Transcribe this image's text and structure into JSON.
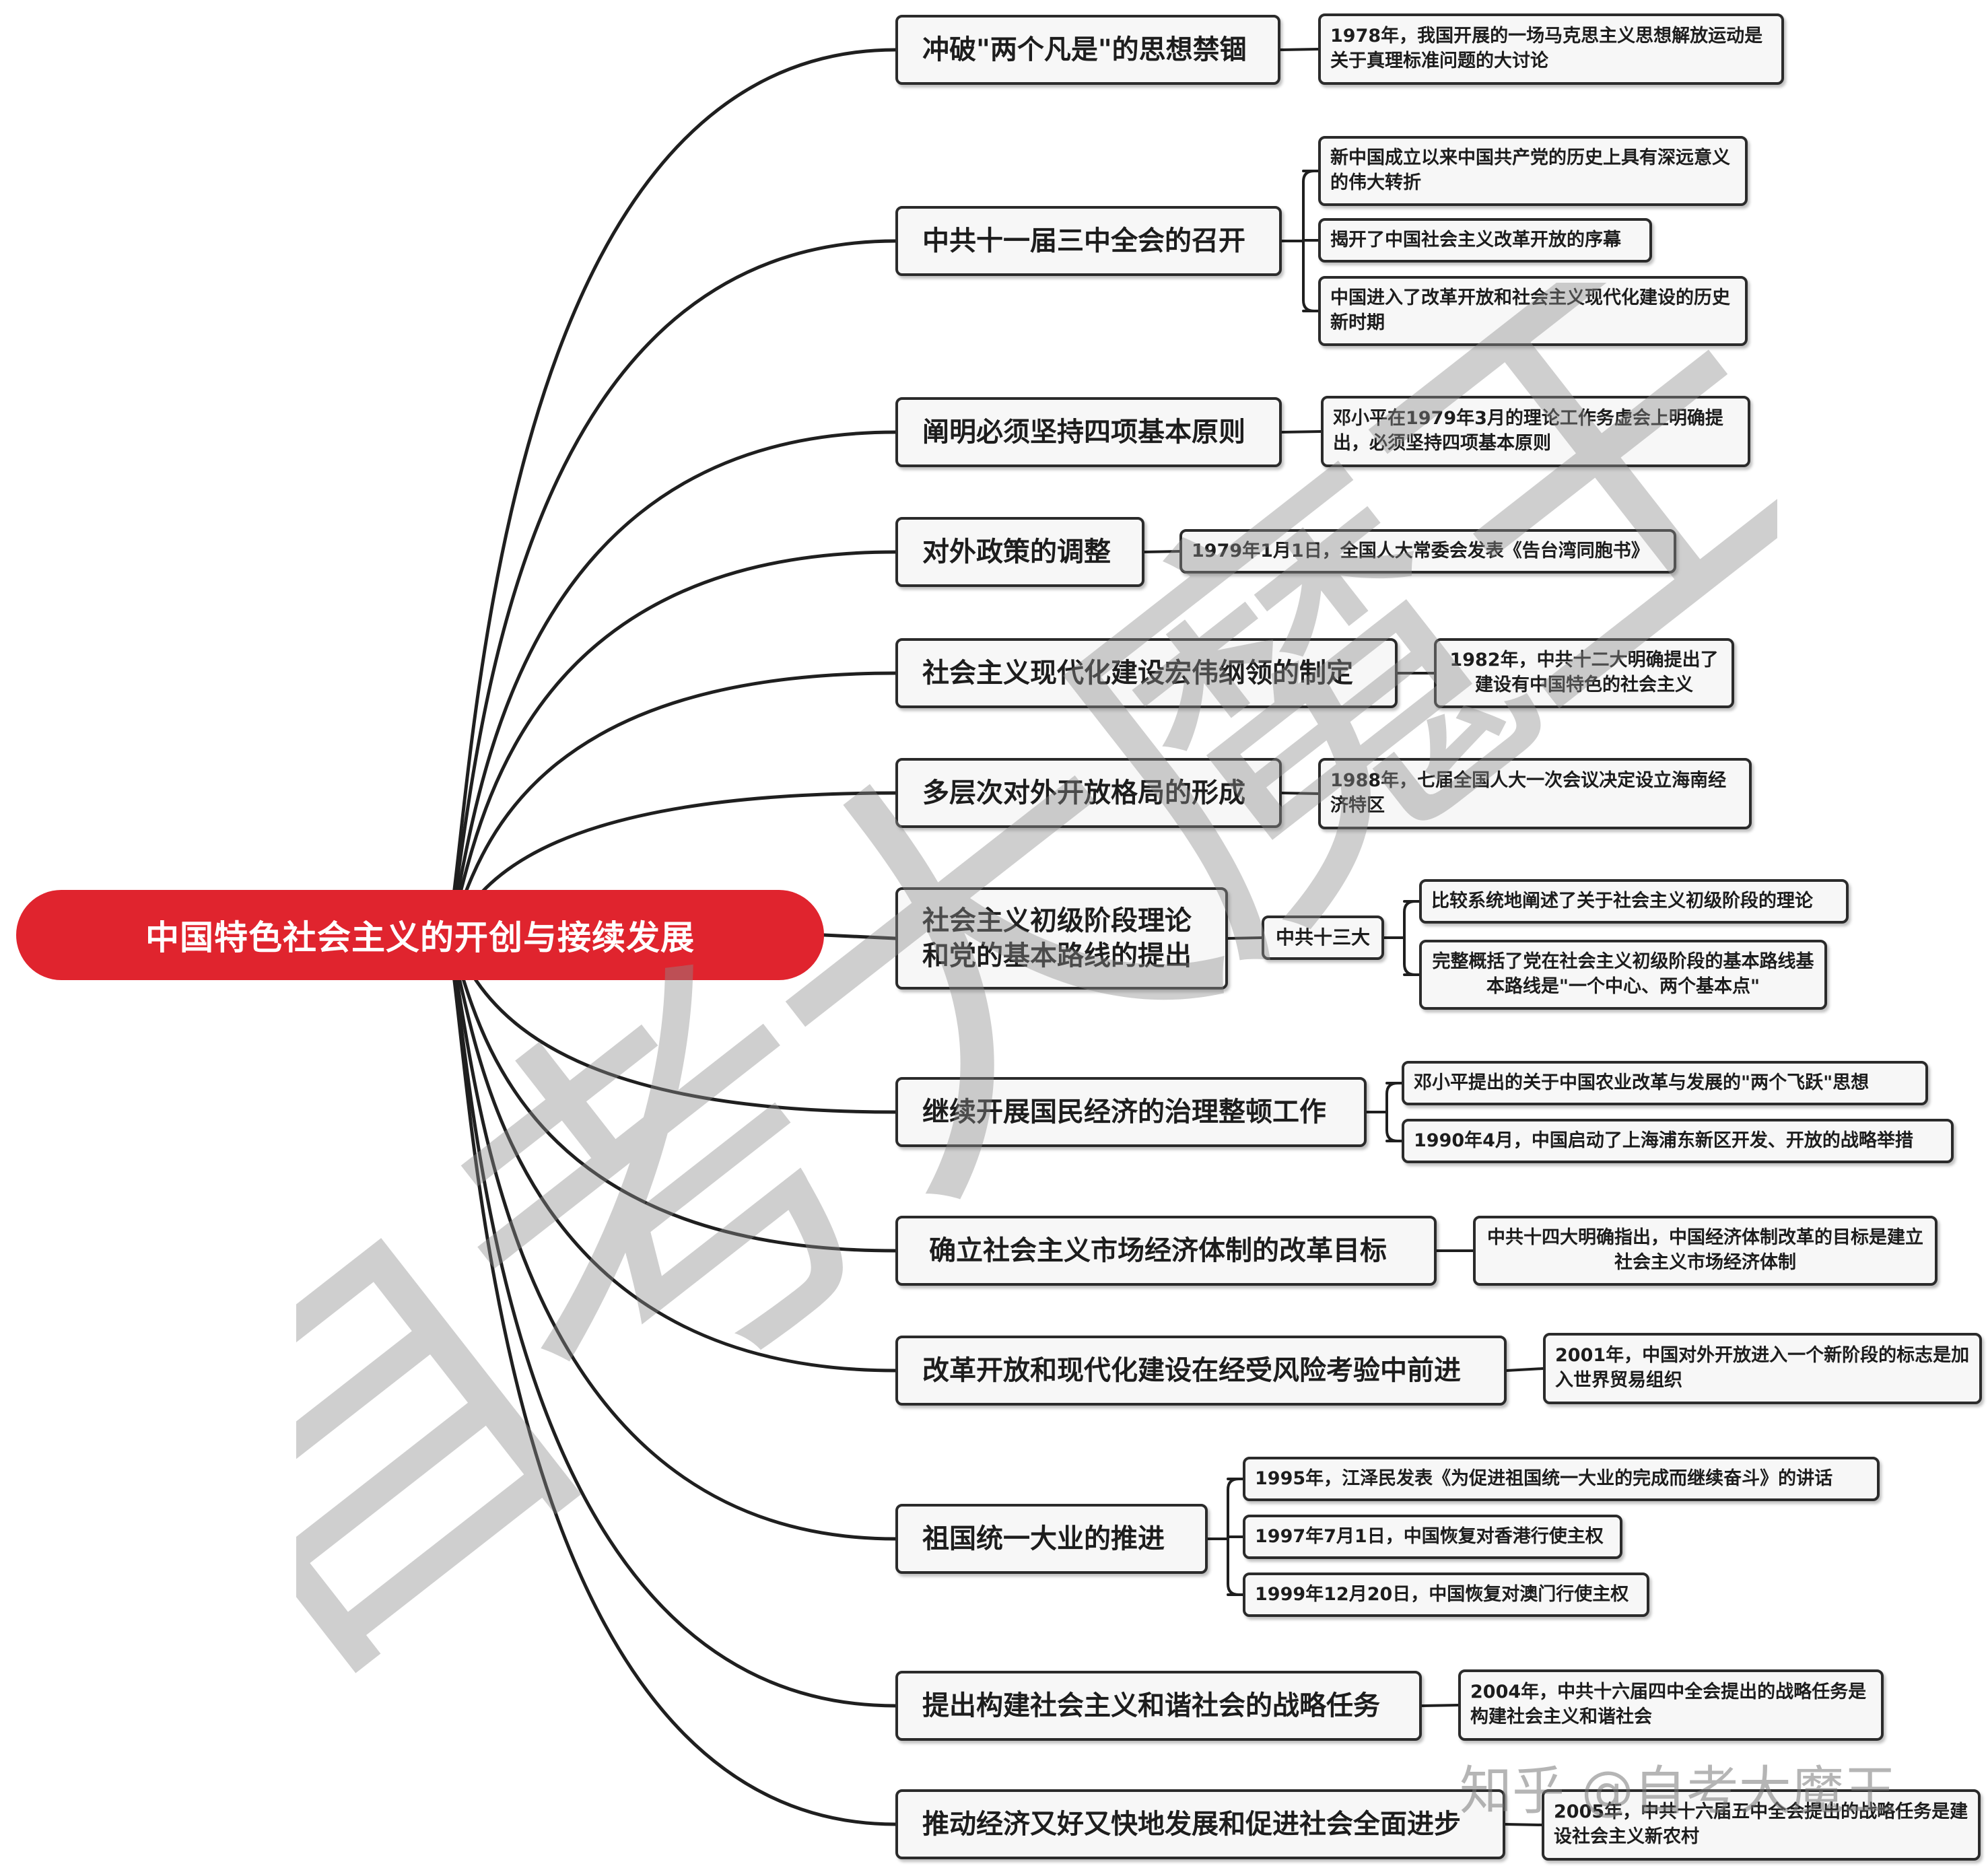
{
  "root": {
    "label": "中国特色社会主义的开创与接续发展"
  },
  "branches": [
    {
      "topic": "冲破\"两个凡是\"的思想禁锢",
      "details": [
        "1978年，我国开展的一场马克思主义思想解放运动是关于真理标准问题的大讨论"
      ]
    },
    {
      "topic": "中共十一届三中全会的召开",
      "details": [
        "新中国成立以来中国共产党的历史上具有深远意义的伟大转折",
        "揭开了中国社会主义改革开放的序幕",
        "中国进入了改革开放和社会主义现代化建设的历史新时期"
      ]
    },
    {
      "topic": "阐明必须坚持四项基本原则",
      "details": [
        "邓小平在1979年3月的理论工作务虚会上明确提出，必须坚持四项基本原则"
      ]
    },
    {
      "topic": "对外政策的调整",
      "details": [
        "1979年1月1日，全国人大常委会发表《告台湾同胞书》"
      ]
    },
    {
      "topic": "社会主义现代化建设宏伟纲领的制定",
      "details": [
        "1982年，中共十二大明确提出了建设有中国特色的社会主义"
      ]
    },
    {
      "topic": "多层次对外开放格局的形成",
      "details": [
        "1988年，七届全国人大一次会议决定设立海南经济特区"
      ]
    },
    {
      "topic": "社会主义初级阶段理论和党的基本路线的提出",
      "middle": "中共十三大",
      "details": [
        "比较系统地阐述了关于社会主义初级阶段的理论",
        "完整概括了党在社会主义初级阶段的基本路线基本路线是\"一个中心、两个基本点\""
      ]
    },
    {
      "topic": "继续开展国民经济的治理整顿工作",
      "details": [
        "邓小平提出的关于中国农业改革与发展的\"两个飞跃\"思想",
        "1990年4月，中国启动了上海浦东新区开发、开放的战略举措"
      ]
    },
    {
      "topic": "确立社会主义市场经济体制的改革目标",
      "details": [
        "中共十四大明确指出，中国经济体制改革的目标是建立社会主义市场经济体制"
      ]
    },
    {
      "topic": "改革开放和现代化建设在经受风险考验中前进",
      "details": [
        "2001年，中国对外开放进入一个新阶段的标志是加入世界贸易组织"
      ]
    },
    {
      "topic": "祖国统一大业的推进",
      "details": [
        "1995年，江泽民发表《为促进祖国统一大业的完成而继续奋斗》的讲话",
        "1997年7月1日，中国恢复对香港行使主权",
        "1999年12月20日，中国恢复对澳门行使主权"
      ]
    },
    {
      "topic": "提出构建社会主义和谐社会的战略任务",
      "details": [
        "2004年，中共十六届四中全会提出的战略任务是构建社会主义和谐社会"
      ]
    },
    {
      "topic": "推动经济又好又快地发展和促进社会全面进步",
      "details": [
        "2005年，中共十六届五中全会提出的战略任务是建设社会主义新农村"
      ]
    }
  ],
  "watermark": {
    "text": "自考大魔王",
    "credit": "知乎 @自考大魔王"
  },
  "colors": {
    "root": "#e0242e",
    "line": "#1f1f1f",
    "box_border": "#2b2b2b",
    "box_fill": "#f7f7f7"
  }
}
